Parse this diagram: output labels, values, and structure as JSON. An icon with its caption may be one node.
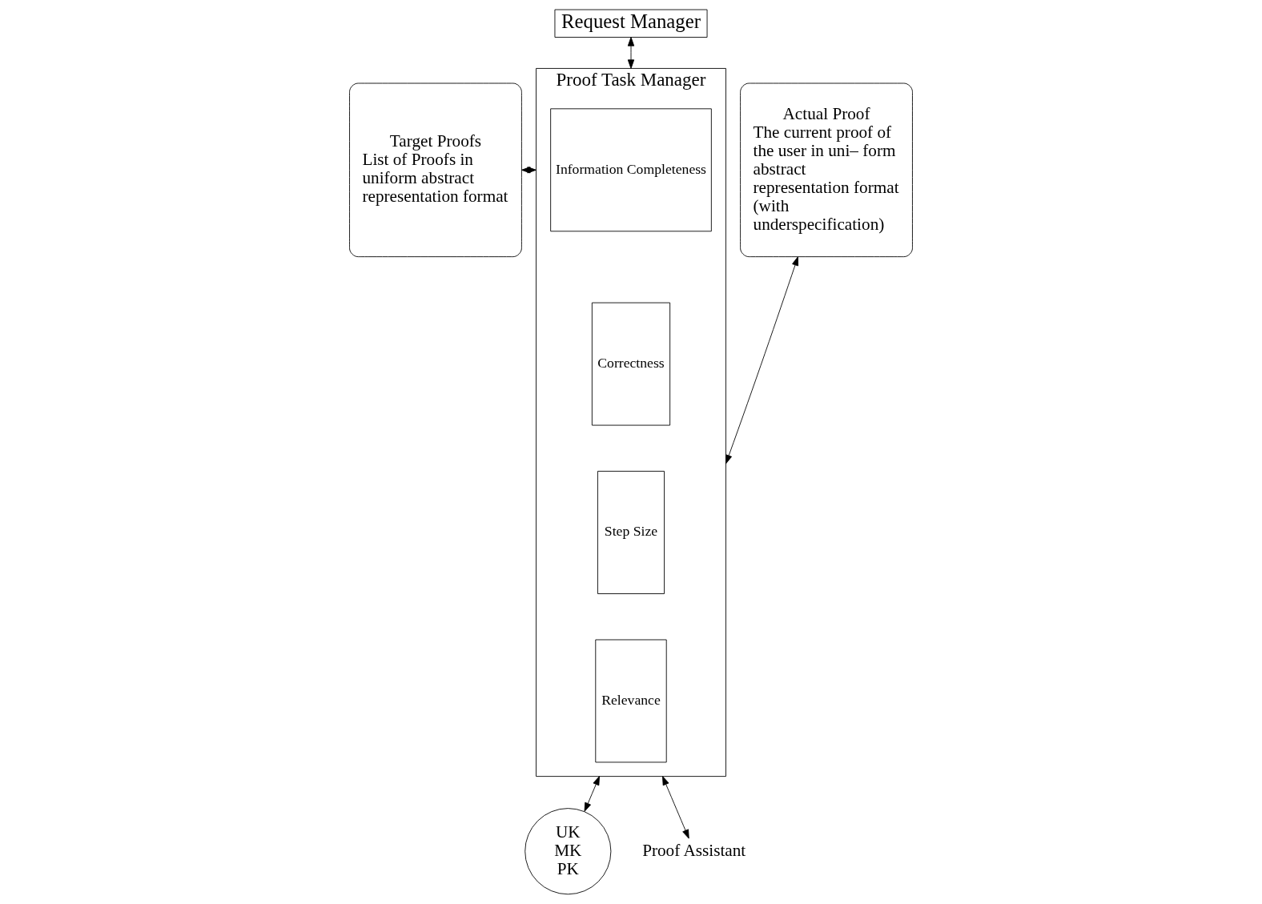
{
  "diagram": {
    "nodes": [
      {
        "text": [
          "Request Manager"
        ]
      },
      {
        "text": [
          "Target Proofs",
          "List of Proofs in uniform abstract representation format"
        ]
      },
      {
        "text": [
          "Proof Task Manager"
        ]
      },
      {
        "text": [
          "Information Completeness"
        ],
        "in": 2
      },
      {
        "text": [
          "Correctness"
        ],
        "in": 2
      },
      {
        "text": [
          "Step Size"
        ],
        "in": 2
      },
      {
        "text": [
          "Relevance"
        ],
        "in": 2
      },
      {
        "text": [
          "Actual Proof",
          "The current proof of the user in uni– form abstract representation format (with underspecification)"
        ]
      },
      {
        "text": [
          "UK",
          "MK",
          "PK"
        ]
      },
      {
        "text": [
          "Proof Assistant"
        ]
      }
    ],
    "edges": [
      {
        "from": 0,
        "to": 2,
        "arrow": "both"
      },
      {
        "from": 1,
        "to": 2,
        "arrow": "both"
      },
      {
        "from": 2,
        "to": 7,
        "arrow": "both"
      },
      {
        "from": 2,
        "to": 8,
        "arrow": "both"
      },
      {
        "from": 2,
        "to": 9,
        "arrow": "both"
      }
    ]
  }
}
